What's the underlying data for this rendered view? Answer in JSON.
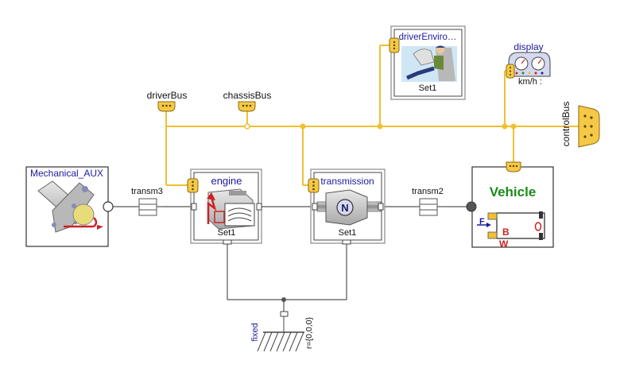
{
  "diagram": {
    "mechanical_aux": {
      "name": "Mechanical_AUX"
    },
    "engine": {
      "name": "engine",
      "param": "Set1"
    },
    "transmission": {
      "name": "transmission",
      "param": "Set1"
    },
    "driver_env": {
      "name": "driverEnviro…",
      "param": "Set1"
    },
    "display": {
      "name": "display",
      "unit": "km/h :"
    },
    "vehicle": {
      "name": "Vehicle",
      "label_f": "F",
      "label_b": "B",
      "label_w": "W"
    },
    "connectors": {
      "transm3": "transm3",
      "transm2": "transm2"
    },
    "buses": {
      "driver_bus": "driverBus",
      "chassis_bus": "chassisBus",
      "control_bus": "controlBus"
    },
    "fixed": {
      "name": "fixed",
      "param": "r={0,0,0}"
    },
    "colors": {
      "bus_line": "#f0c030",
      "bus_fill": "#f5c945",
      "mech_line": "#555555",
      "label_blue": "#1a1aa0",
      "vehicle_green": "#1a8a1a",
      "red_marker": "#cc2222"
    }
  }
}
